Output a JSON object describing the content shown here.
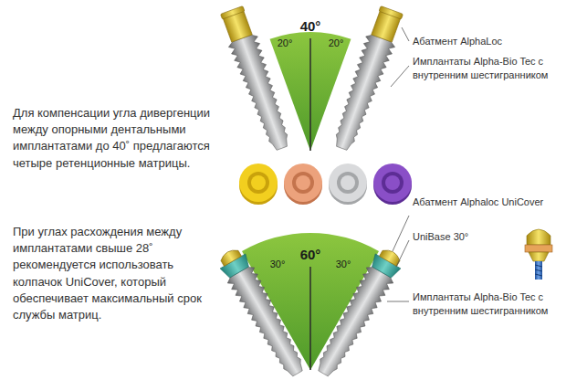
{
  "diagram": {
    "labels": [
      "20°",
      "40°",
      "20°",
      "Абатмент AlphaLoc",
      "Имплантаты Alpha-Bio Tec с внутренним шестигранником",
      "Для компенсации угла дивергенции между опорными дентальными имплантатами до 40˚ предлагаются четыре ретенционные матрицы.",
      "При углах расхождения между имплантатами свыше 28˚ рекомендуется использовать колпачок UniCover, который обеспечивает максимальный срок службы матриц.",
      "Абатмент Alphaloc UniCover",
      "UniBase 30°",
      "30°",
      "60°",
      "30°",
      "Имплантаты Alpha-Bio Tec с внутренним шестигранником"
    ]
  }
}
